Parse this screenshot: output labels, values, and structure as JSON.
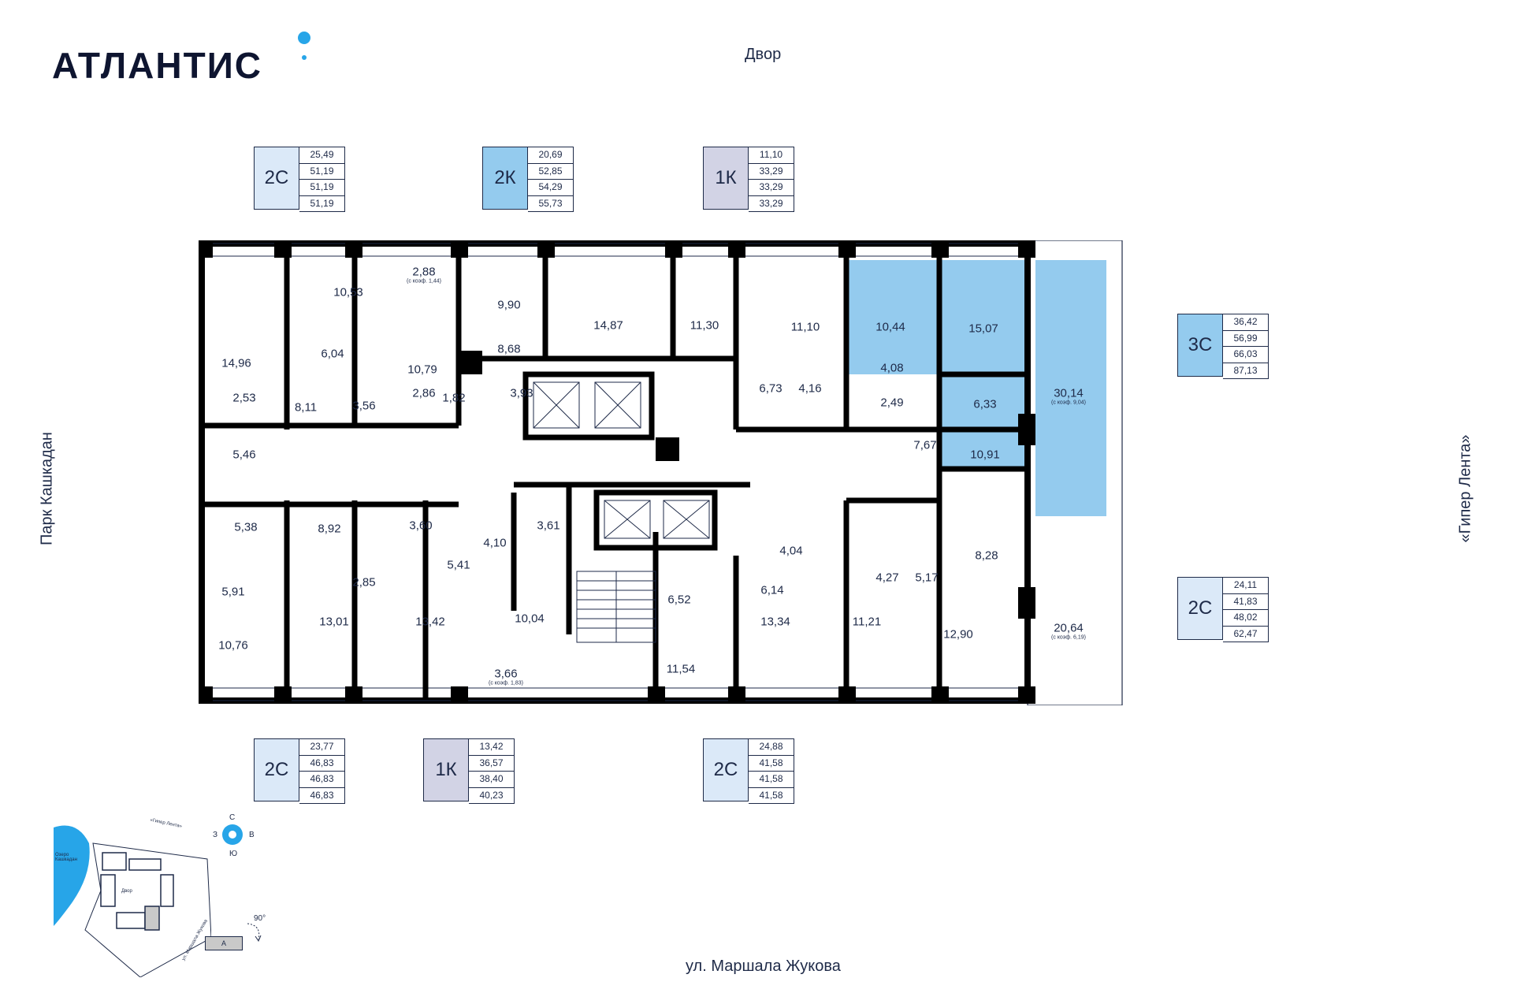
{
  "brand": {
    "name": "АТЛАНТИС"
  },
  "orientation": {
    "top": "Двор",
    "bottom": "ул. Маршала Жукова",
    "left": "Парк Кашкадан",
    "right": "«Гипер Лента»"
  },
  "legends": [
    {
      "code": "2С",
      "values": [
        "25,49",
        "51,19",
        "51,19",
        "51,19"
      ]
    },
    {
      "code": "2К",
      "values": [
        "20,69",
        "52,85",
        "54,29",
        "55,73"
      ]
    },
    {
      "code": "1К",
      "values": [
        "11,10",
        "33,29",
        "33,29",
        "33,29"
      ]
    },
    {
      "code": "3С",
      "values": [
        "36,42",
        "56,99",
        "66,03",
        "87,13"
      ]
    },
    {
      "code": "2С",
      "values": [
        "24,11",
        "41,83",
        "48,02",
        "62,47"
      ]
    },
    {
      "code": "2С",
      "values": [
        "23,77",
        "46,83",
        "46,83",
        "46,83"
      ]
    },
    {
      "code": "1К",
      "values": [
        "13,42",
        "36,57",
        "38,40",
        "40,23"
      ]
    },
    {
      "code": "2С",
      "values": [
        "24,88",
        "41,58",
        "41,58",
        "41,58"
      ]
    }
  ],
  "rooms": [
    "10,53",
    "2,88",
    "9,90",
    "14,87",
    "11,30",
    "11,10",
    "10,44",
    "15,07",
    "14,96",
    "10,79",
    "8,68",
    "6,04",
    "3,56",
    "2,86",
    "1,82",
    "3,93",
    "6,73",
    "4,16",
    "4,08",
    "2,49",
    "6,33",
    "2,53",
    "8,11",
    "5,46",
    "7,67",
    "10,91",
    "30,14",
    "5,38",
    "8,92",
    "3,60",
    "4,10",
    "3,61",
    "4,04",
    "4,27",
    "5,17",
    "8,28",
    "5,91",
    "2,85",
    "5,41",
    "6,52",
    "6,14",
    "10,04",
    "10,76",
    "13,01",
    "13,42",
    "11,54",
    "13,34",
    "11,21",
    "12,90",
    "20,64",
    "3,66"
  ],
  "coef_notes": {
    "r_2_88": "(с коэф. 1,44)",
    "r_30_14": "(с коэф. 9,04)",
    "r_20_64": "(с коэф. 6,19)",
    "r_3_66": "(с коэф. 1,83)"
  },
  "compass": {
    "n": "С",
    "s": "Ю",
    "w": "З",
    "e": "В"
  },
  "minimap": {
    "lake": "Озеро Кашкадан",
    "giper": "«Гипер Лента»",
    "yard": "Двор",
    "street": "ул. Маршала Жукова",
    "section": "А",
    "rotation": "90°"
  },
  "colors": {
    "highlight": "#94cbee",
    "accent": "#27a5e8",
    "wall": "#000000",
    "c2s": "#dbe9f8",
    "c1k": "#d2d3e5"
  }
}
